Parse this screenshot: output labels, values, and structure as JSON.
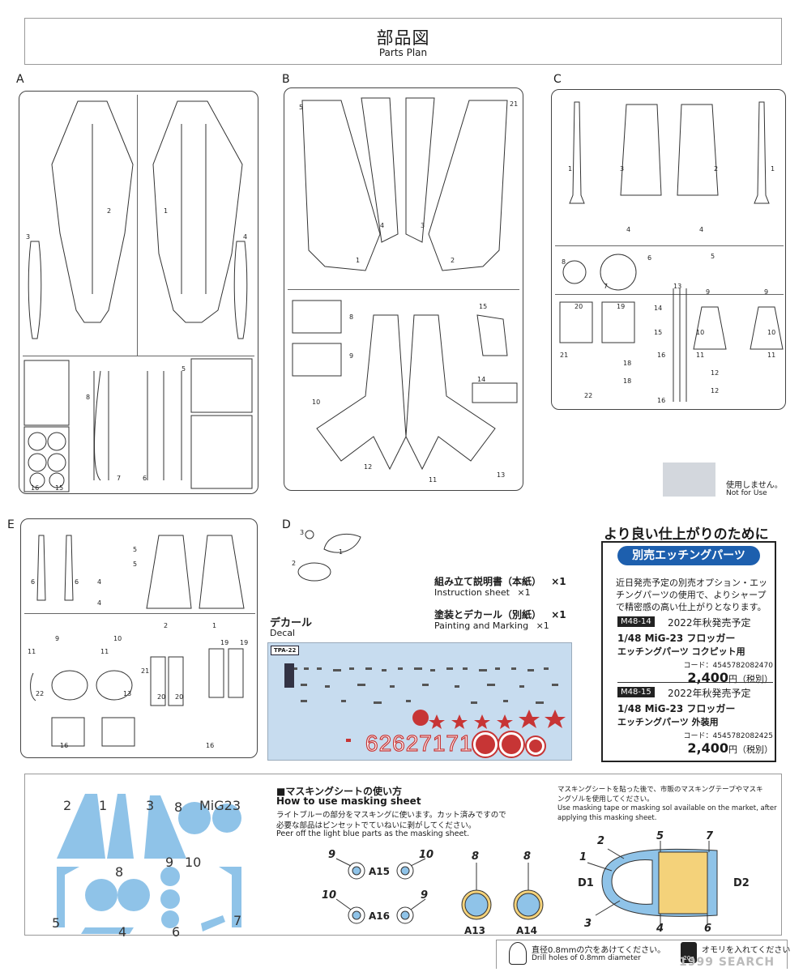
{
  "header": {
    "title": "部品図",
    "subtitle": "Parts Plan"
  },
  "sprues": {
    "A": {
      "letter": "A"
    },
    "B": {
      "letter": "B"
    },
    "C": {
      "letter": "C"
    },
    "D": {
      "letter": "D"
    },
    "E": {
      "letter": "E"
    }
  },
  "not_used": {
    "jp": "使用しません。",
    "en": "Not for Use",
    "swatch_color": "#d3d7dd"
  },
  "contents": {
    "instructions_jp": "組み立て説明書（本紙）",
    "instructions_qty": "×1",
    "instructions_en": "Instruction sheet",
    "instructions_en_qty": "×1",
    "painting_jp": "塗装とデカール（別紙）",
    "painting_qty": "×1",
    "painting_en": "Painting and Marking",
    "painting_en_qty": "×1",
    "decal_jp": "デカール",
    "decal_en": "Decal",
    "decal_code": "TPA-22",
    "decal_numbers": "62627171",
    "decal_color": "#c7dcef"
  },
  "etching": {
    "headline": "より良い仕上がりのために",
    "badge": "別売エッチングパーツ",
    "description": "近日発売予定の別売オプション・エッチングパーツの使用で、よりシャープで精密感の高い仕上がりとなります。",
    "products": [
      {
        "code": "M48-14",
        "release": "2022年秋発売予定",
        "name1": "1/48 MiG-23 フロッガー",
        "name2": "エッチングパーツ コクピット用",
        "jan": "コード：4545782082470",
        "price": "2,400",
        "yen": "円（税別）"
      },
      {
        "code": "M48-15",
        "release": "2022年秋発売予定",
        "name1": "1/48 MiG-23 フロッガー",
        "name2": "エッチングパーツ 外装用",
        "jan": "コード：4545782082425",
        "price": "2,400",
        "yen": "円（税別）"
      }
    ]
  },
  "masking": {
    "sheet_label": "MiG23",
    "title_jp": "■マスキングシートの使い方",
    "title_en": "How to use masking sheet",
    "desc_jp1": "ライトブルーの部分をマスキングに使います。カット済みですので",
    "desc_jp2": "必要な部品はピンセットでていねいに剥がしてください。",
    "desc_en": "Peer off the light blue parts as the masking sheet.",
    "note_jp1": "マスキングシートを貼った後で、市販のマスキングテープやマスキ",
    "note_jp2": "ングゾルを使用してください。",
    "note_en1": "Use masking tape or masking sol available on the market, after",
    "note_en2": "applying this masking sheet.",
    "sheet_numbers": [
      "2",
      "1",
      "3",
      "8",
      "9",
      "10",
      "8",
      "5",
      "4",
      "6",
      "7"
    ],
    "wheel_labels": {
      "n9a": "9",
      "n10a": "10",
      "a15": "A15",
      "n10b": "10",
      "n9b": "9",
      "a16": "A16",
      "n8a": "8",
      "a13": "A13",
      "n8b": "8",
      "a14": "A14"
    },
    "canopy_labels": {
      "n1": "1",
      "n2": "2",
      "n5": "5",
      "n7": "7",
      "d1": "D1",
      "d2": "D2",
      "n3": "3",
      "n4": "4",
      "n6": "6"
    },
    "mask_color": "#8fc3e8",
    "canopy_fill": "#f4d27a"
  },
  "footer": {
    "drill_jp": "直径0.8mmの穴をあけてください。",
    "drill_en": "Drill holes of 0.8mm diameter",
    "weight_jp": "オモリを入れてください",
    "weight_tag": "20g",
    "watermark": "1999 SEARCH"
  }
}
